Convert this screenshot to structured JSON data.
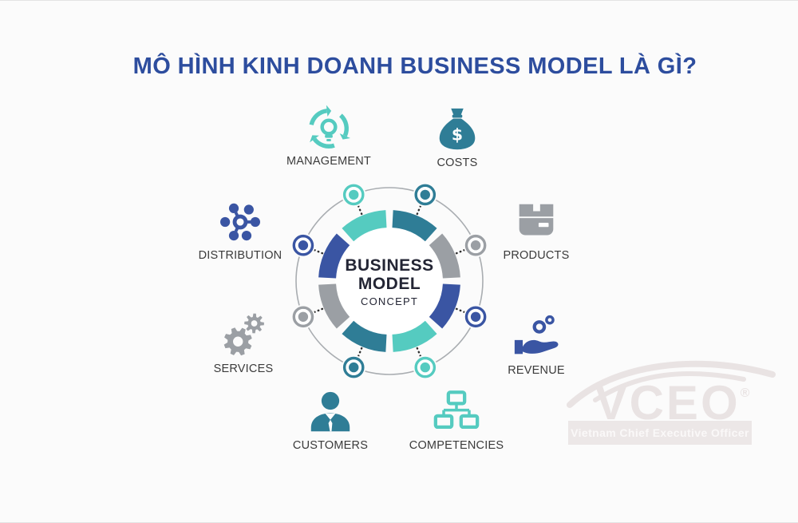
{
  "page": {
    "title": "MÔ HÌNH KINH DOANH BUSINESS MODEL LÀ GÌ?",
    "title_color": "#2d4d9e",
    "background": "#fbfbfb"
  },
  "diagram": {
    "center": {
      "line1": "BUSINESS",
      "line2": "MODEL",
      "line3": "CONCEPT",
      "text_color": "#232534"
    },
    "colors": {
      "turquoise": "#55cbc0",
      "teal": "#2f7d96",
      "gray": "#9b9fa4",
      "blue": "#3a55a3"
    },
    "ring": {
      "outer_circle_color": "#a9adb1",
      "connector_color": "#2d2d2d",
      "inner_fill": "#ffffff"
    },
    "segments": [
      {
        "angle": 112.5,
        "color": "turquoise"
      },
      {
        "angle": 67.5,
        "color": "teal"
      },
      {
        "angle": 22.5,
        "color": "gray"
      },
      {
        "angle": -22.5,
        "color": "blue"
      },
      {
        "angle": -67.5,
        "color": "turquoise"
      },
      {
        "angle": -112.5,
        "color": "teal"
      },
      {
        "angle": -157.5,
        "color": "gray"
      },
      {
        "angle": 157.5,
        "color": "blue"
      }
    ],
    "items": [
      {
        "label": "MANAGEMENT",
        "icon": "management-cycle",
        "color": "turquoise"
      },
      {
        "label": "COSTS",
        "icon": "money-bag",
        "color": "teal"
      },
      {
        "label": "DISTRIBUTION",
        "icon": "network-hub",
        "color": "blue"
      },
      {
        "label": "PRODUCTS",
        "icon": "package-box",
        "color": "gray"
      },
      {
        "label": "SERVICES",
        "icon": "gears",
        "color": "gray"
      },
      {
        "label": "REVENUE",
        "icon": "hand-coins",
        "color": "blue"
      },
      {
        "label": "CUSTOMERS",
        "icon": "person",
        "color": "teal"
      },
      {
        "label": "COMPETENCIES",
        "icon": "org-chart",
        "color": "turquoise"
      }
    ]
  },
  "watermark": {
    "logo": "VCEO",
    "registered": "®",
    "tagline": "Vietnam Chief Executive Officer",
    "logo_color": "#e9e3e3",
    "band_bg": "#ece7e7",
    "band_text_color": "#faf8f8"
  }
}
